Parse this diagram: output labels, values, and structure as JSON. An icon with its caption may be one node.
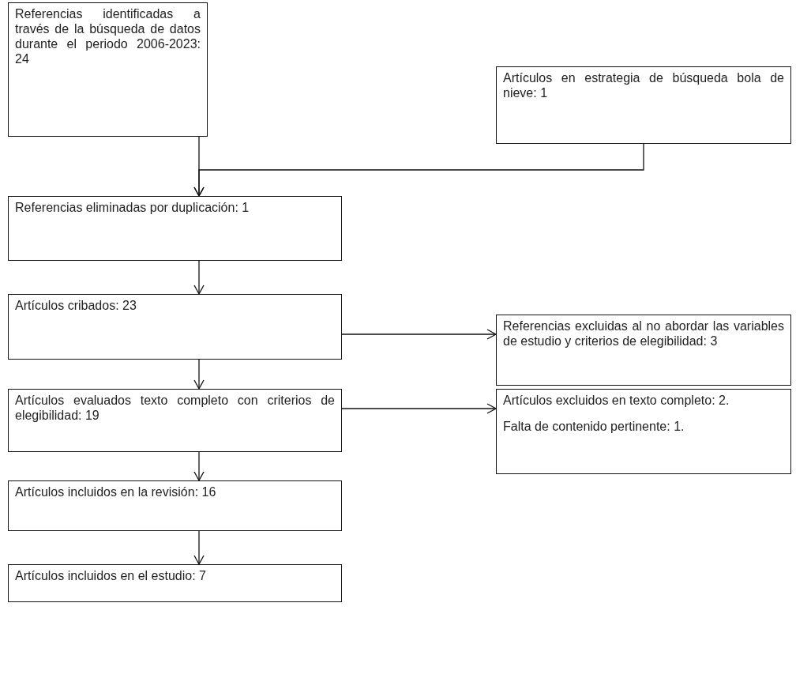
{
  "diagram": {
    "nodes": [
      {
        "text": [
          "Referencias identificadas a través de la búsqueda de datos durante el periodo 2006-2023: 24"
        ]
      },
      {
        "text": [
          "Artículos en estrategia de búsqueda bola de nieve: 1"
        ]
      },
      {
        "text": [
          "Referencias eliminadas por duplicación: 1"
        ]
      },
      {
        "text": [
          "Artículos cribados: 23"
        ]
      },
      {
        "text": [
          "Referencias excluidas al no abordar las variables de estudio y criterios de elegibilidad: 3"
        ]
      },
      {
        "text": [
          "Artículos evaluados texto completo con criterios de elegibilidad: 19"
        ]
      },
      {
        "text": [
          "Artículos excluidos en texto completo: 2.",
          "Falta de contenido pertinente: 1."
        ]
      },
      {
        "text": [
          "Artículos incluidos en la revisión: 16"
        ]
      },
      {
        "text": [
          "Artículos incluidos en el estudio: 7"
        ]
      }
    ],
    "edges": [
      {
        "from": 0,
        "to": 2,
        "arrow": "to"
      },
      {
        "from": 1,
        "to": 2,
        "arrow": "to"
      },
      {
        "from": 2,
        "to": 3,
        "arrow": "to"
      },
      {
        "from": 3,
        "to": 4,
        "arrow": "to"
      },
      {
        "from": 3,
        "to": 5,
        "arrow": "to"
      },
      {
        "from": 5,
        "to": 6,
        "arrow": "to"
      },
      {
        "from": 5,
        "to": 7,
        "arrow": "to"
      },
      {
        "from": 7,
        "to": 8,
        "arrow": "to"
      }
    ]
  }
}
